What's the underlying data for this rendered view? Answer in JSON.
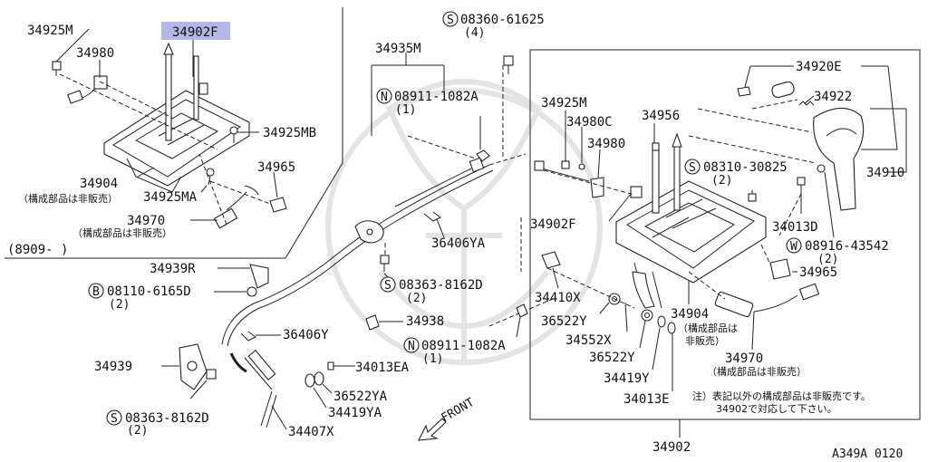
{
  "labels": {
    "p34925M_top": "34925M",
    "p34902F_top": "34902F",
    "p34980_top": "34980",
    "p34925MB": "34925MB",
    "p34904_left": "34904",
    "p34965_left": "34965",
    "p34925MA": "34925MA",
    "p34970_left": "34970",
    "range": "(8909-  )",
    "p34935M": "34935M",
    "s08360": "08360-61625",
    "s08360_qty": "(4)",
    "n08911_top": "08911-1082A",
    "n08911_top_qty": "(1)",
    "p36406YA": "36406YA",
    "p34939R": "34939R",
    "b08110": "08110-6165D",
    "b08110_qty": "(2)",
    "s08363_mid": "08363-8162D",
    "s08363_mid_qty": "(2)",
    "p34938": "34938",
    "p36406Y": "36406Y",
    "n08911_bot": "08911-1082A",
    "n08911_bot_qty": "(1)",
    "p34939": "34939",
    "p34013EA": "34013EA",
    "p36522YA": "36522YA",
    "p34419YA": "34419YA",
    "s08363_bot": "08363-8162D",
    "s08363_bot_qty": "(2)",
    "p34407X": "34407X",
    "front": "FRONT",
    "p34920E": "34920E",
    "p34922": "34922",
    "p34925M_right": "34925M",
    "p34980C": "34980C",
    "p34956": "34956",
    "p34980_right": "34980",
    "s08310": "08310-30825",
    "s08310_qty": "(2)",
    "p34910": "34910",
    "p34902F_right": "34902F",
    "p34013D": "34013D",
    "w08916": "08916-43542",
    "w08916_qty": "(2)",
    "p34965_right": "34965",
    "p34410X": "34410X",
    "p36522Y_a": "36522Y",
    "p34904_right": "34904",
    "p34552X": "34552X",
    "p36522Y_b": "36522Y",
    "p34970_right": "34970",
    "p34419Y": "34419Y",
    "p34013E": "34013E",
    "p34902": "34902",
    "diagram_id": "A349A 0120"
  },
  "symbols": {
    "S": "S",
    "N": "N",
    "B": "B",
    "W": "W"
  },
  "notes": {
    "not_sold_left_34904": "（構成部品は非販売）",
    "not_sold_left_34970": "（構成部品は非販売）",
    "not_sold_right_34904_a": "（構成部品は",
    "not_sold_right_34904_b": "非販売）",
    "not_sold_right_34970": "（構成部品は非販売）",
    "footnote_line1": "注）表記以外の構成部品は非販売です。",
    "footnote_line2": "34902で対応して下さい。"
  },
  "colors": {
    "highlight": "#b4b8e6",
    "line": "#222222",
    "watermark": "#e4e4e4"
  }
}
